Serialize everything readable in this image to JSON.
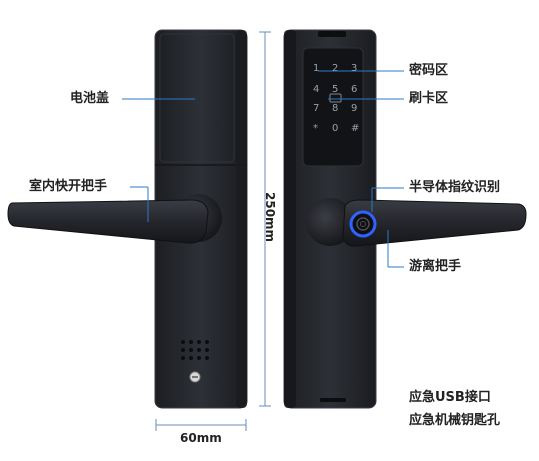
{
  "labels": {
    "battery_cover": "电池盖",
    "indoor_handle": "室内快开把手",
    "password_area": "密码区",
    "card_area": "刷卡区",
    "fingerprint": "半导体指纹识别",
    "free_handle": "游离把手",
    "usb_port": "应急USB接口",
    "mech_key": "应急机械钥匙孔"
  },
  "dimensions": {
    "height": "250mm",
    "width": "60mm"
  },
  "keypad": {
    "keys": [
      "1",
      "2",
      "3",
      "4",
      "5",
      "6",
      "7",
      "8",
      "9",
      "*",
      "0",
      "#"
    ]
  },
  "colors": {
    "lock_body": "#25272c",
    "lock_edge": "#3a3d44",
    "leader_line": "#2a78c8",
    "fingerprint_ring": "#2f62ff"
  }
}
